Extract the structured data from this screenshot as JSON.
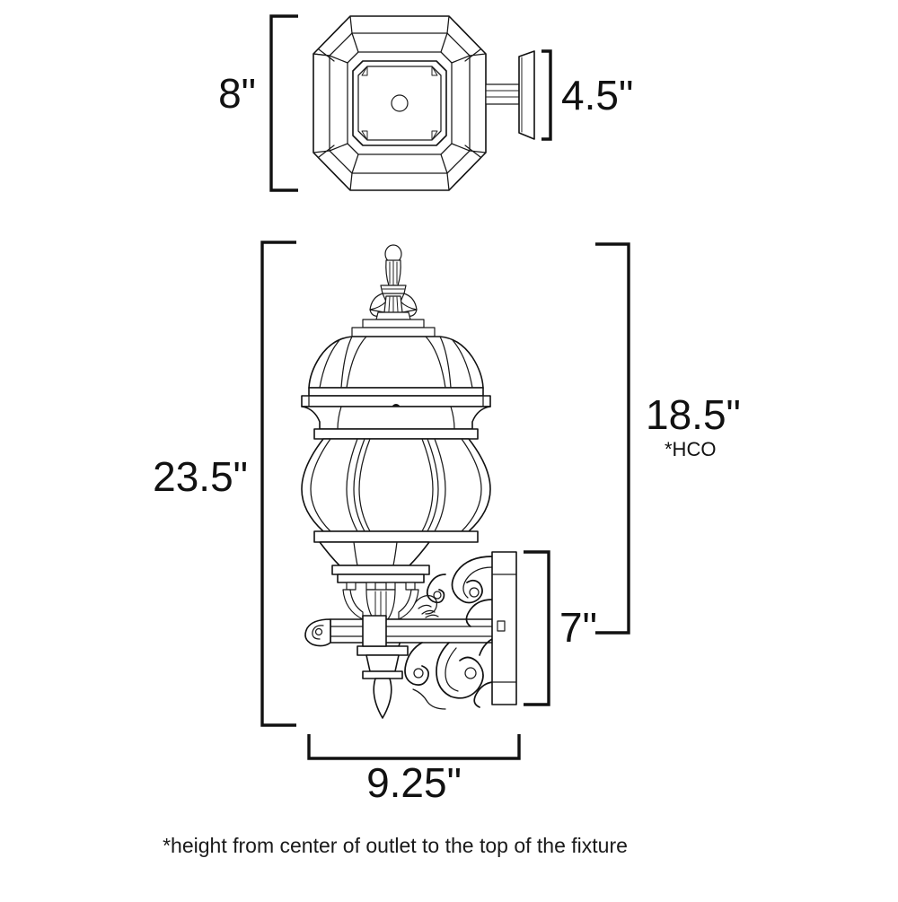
{
  "drawing": {
    "title": "outdoor wall lantern dimensional drawing",
    "background_color": "#ffffff",
    "line_color": "#111111",
    "views": [
      {
        "name": "top-view",
        "label": "top view of octagonal lantern with wall mount plate"
      },
      {
        "name": "side-view",
        "label": "side elevation of lantern with scroll arm bracket"
      }
    ]
  },
  "dimensions": {
    "top_view_height": {
      "value": "8\"",
      "name": "dimension-8-inch",
      "orientation": "vertical",
      "side": "left"
    },
    "top_view_depth": {
      "value": "4.5\"",
      "name": "dimension-4-5-inch",
      "orientation": "vertical",
      "side": "right"
    },
    "overall_height": {
      "value": "23.5\"",
      "name": "dimension-23-5-inch",
      "orientation": "vertical",
      "side": "left"
    },
    "outlet_height": {
      "value": "18.5\"",
      "footnote_marker": "*HCO",
      "name": "dimension-18-5-inch",
      "orientation": "vertical",
      "side": "right"
    },
    "backplate_height": {
      "value": "7\"",
      "name": "dimension-7-inch",
      "orientation": "vertical",
      "side": "right"
    },
    "overall_width": {
      "value": "9.25\"",
      "name": "dimension-9-25-inch",
      "orientation": "horizontal",
      "side": "bottom"
    }
  },
  "footnote": {
    "text": "*height from center of outlet to the top of the fixture"
  }
}
